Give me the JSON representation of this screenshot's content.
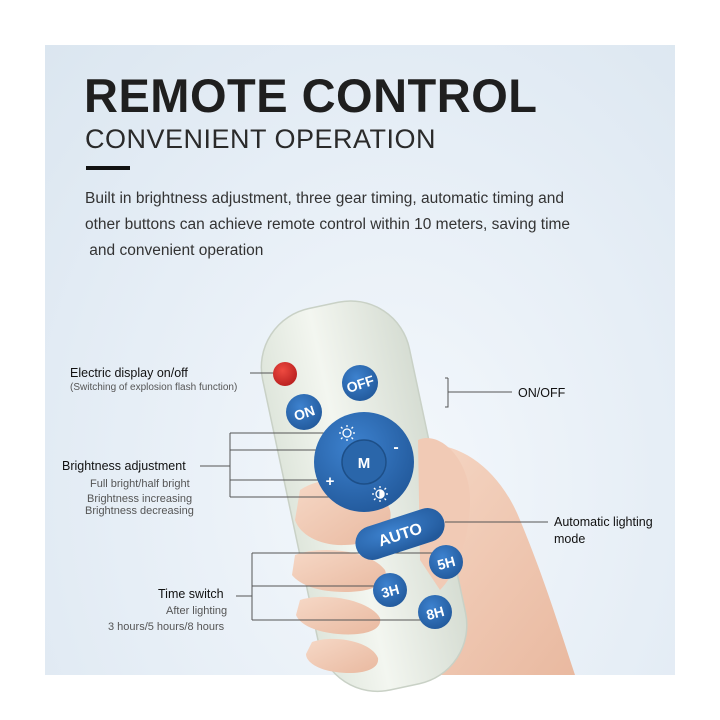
{
  "header": {
    "title": "REMOTE CONTROL",
    "subtitle": "CONVENIENT OPERATION",
    "description": [
      "Built in brightness adjustment, three gear timing, automatic timing and",
      "other buttons can achieve remote control within 10 meters, saving time",
      " and convenient operation"
    ]
  },
  "remote": {
    "buttons": {
      "off": "OFF",
      "on": "ON",
      "mode": "M",
      "plus": "+",
      "minus": "-",
      "auto": "AUTO",
      "h5": "5H",
      "h3": "3H",
      "h8": "8H"
    }
  },
  "labels": {
    "electric_display": "Electric display on/off",
    "electric_display_sub": "(Switching of explosion flash function)",
    "on_off": "ON/OFF",
    "brightness": "Brightness adjustment",
    "brightness_sub1": "Full bright/half bright",
    "brightness_sub2": "Brightness increasing",
    "brightness_sub3": "Brightness decreasing",
    "auto_mode_line1": "Automatic lighting",
    "auto_mode_line2": "mode",
    "time_switch": "Time switch",
    "time_sub1": "After lighting",
    "time_sub2": "3 hours/5 hours/8 hours"
  },
  "colors": {
    "button_blue": "#2f6fb8",
    "power_red": "#d62b2b",
    "remote_body": "#eef2ec",
    "text_dark": "#1f1f1f"
  }
}
